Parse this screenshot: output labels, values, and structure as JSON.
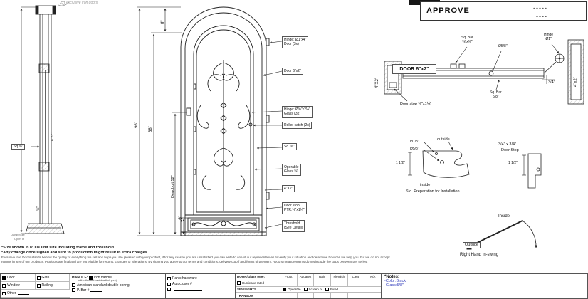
{
  "colors": {
    "line": "#222222",
    "note_blue": "#2a35b8",
    "paper": "#ffffff"
  },
  "brand": {
    "name": "exclusive iron doors"
  },
  "approve": {
    "title": "APPROVE",
    "dash1": "-----",
    "dash2": "----"
  },
  "side_view": {
    "sq_label": "Sq ⅜\"",
    "frame_label": "4\"x2\"",
    "bar_label": "⅝\"",
    "jamb_size": "Jamb Size",
    "open_in": "Open In"
  },
  "elevation": {
    "dim_96": "96\"",
    "dim_88": "88\"",
    "dim_8": "8\"",
    "dim_16": "16\"",
    "deadbolt": "Deadbolt 52\"",
    "callouts": {
      "hinge_door_1": "Hinge: Ø1\"x4\"",
      "hinge_door_2": "Door (3x)",
      "door_frame": "Door 6\"x2\"",
      "hinge_glass_1": "Hinge: Ø⅝\"x2¼\"",
      "hinge_glass_2": "Glass (3x)",
      "roller": "Roller catch  (2x)",
      "sq": "Sq. ⅜\"",
      "operable_1": "Operable",
      "operable_2": "Glass ⅝\"",
      "frame_4x2": "4\"X2\"",
      "stop_1": "Door stop",
      "stop_2": "PTR:⅜\"x1¼\"",
      "threshold_1": "Threshold",
      "threshold_2": "(See Detail)"
    }
  },
  "plan": {
    "sq_bar_1": "Sq. Bar",
    "sq_bar_2": "⅜\"x⅜\"",
    "dia_58": "Ø5/8\"",
    "hinge_1": "Hinge",
    "hinge_2": "Ø1\"",
    "left_frame": "4\"X2\"",
    "door_label": "DOOR 6\"x2\"",
    "door_stop": "Door stop ⅜\"x1¼\"",
    "sq_bar58_1": "Sq. Bar",
    "sq_bar58_2": "5/8\"",
    "three_quarter": "3/4\"",
    "right_frame": "4\"x2\""
  },
  "prep_detail": {
    "outside": "outside",
    "dia_18": "Ø1/8\"",
    "dia_58": "Ø5/8\"",
    "one_half": "1 1/2\"",
    "inside": "inside",
    "caption": "Std. Preparation for Installation"
  },
  "stop_detail": {
    "title_1": "3/4\" x 3/4\"",
    "title_2": "Door Stop",
    "one_half": "1 1/2\""
  },
  "swing": {
    "inside": "Inside",
    "outside": "Outside",
    "caption": "Right Hand In-swing"
  },
  "notes": {
    "line1": "*Size shown in PO is unit size including frame and threshold.",
    "line2": "*Any change once signed and sent to production might result in extra charges.",
    "fine_print": "Exclusive Iron Doors stands behind the quality of everything we sell and hope you are pleased with your product, if for any reason you are unsatisfied you can write to one of our representatives to verify your situation and determine how can we help you, but we do not accept returns in any of our products. Products are final and are not eligible for returns, changes or alterations. By signing you agree to our terms and conditions, delivery cutoff and forms of payment. *Doors measurements do not include the gaps between per series."
  },
  "form": {
    "product": {
      "door": "Door",
      "door_checked": true,
      "gate": "Gate",
      "window": "Window",
      "railing": "Railing",
      "other": "Other"
    },
    "handle": {
      "title": "HANDLE:",
      "iron": "Iron handle",
      "iron_checked": true,
      "iron_sub": "(with rollercatch and deadbolt prep)",
      "american": "American standard double boring",
      "pbar": "P. Bar #"
    },
    "hardware": {
      "panic": "Panic hardware",
      "autocloser": "Autocloser #"
    },
    "glass": {
      "title": "DOOR/Glass type:",
      "types": [
        "Frost",
        "Aquatex",
        "Rain",
        "Flemish",
        "Clear",
        "N/A"
      ],
      "hurricane": "Hurricane rated",
      "operable": "Operable",
      "operable_checked": true,
      "screen": "Screen or",
      "fixed": "Fixed",
      "sidelights": "SIDELIGHTS",
      "transom": "TRANSOM"
    },
    "notes": {
      "title": "*Notes:",
      "color": "-Color:Black",
      "glass": "-Glass:5/8\""
    }
  }
}
